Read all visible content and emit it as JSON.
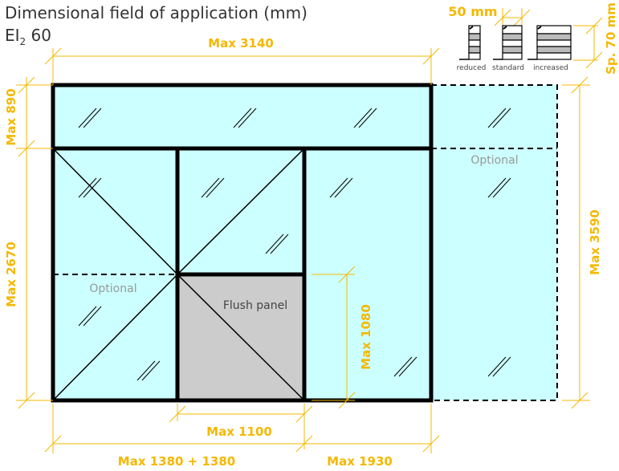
{
  "title": "Dimensional field of application (mm)",
  "rating": {
    "main": "EI",
    "sub": "2",
    "value": " 60"
  },
  "dimensions": {
    "total_width": "Max 3140",
    "transom_height": "Max 890",
    "lower_height": "Max 2670",
    "panel_height": "Max 1080",
    "total_height": "Max 3590",
    "door_width": "Max 1100",
    "double_door_width": "Max 1380 + 1380",
    "side_width": "Max 1930"
  },
  "labels": {
    "optional_side": "Optional",
    "optional_left": "Optional",
    "flush_panel": "Flush panel"
  },
  "profiles": {
    "width_label": "50 mm",
    "thickness_label": "Sp. 70 mm",
    "types": [
      "reduced",
      "standard",
      "increased"
    ]
  },
  "colors": {
    "dimension": "#f5b800",
    "glass": "#ccffff",
    "panel": "#cccccc",
    "frame": "#000000"
  }
}
